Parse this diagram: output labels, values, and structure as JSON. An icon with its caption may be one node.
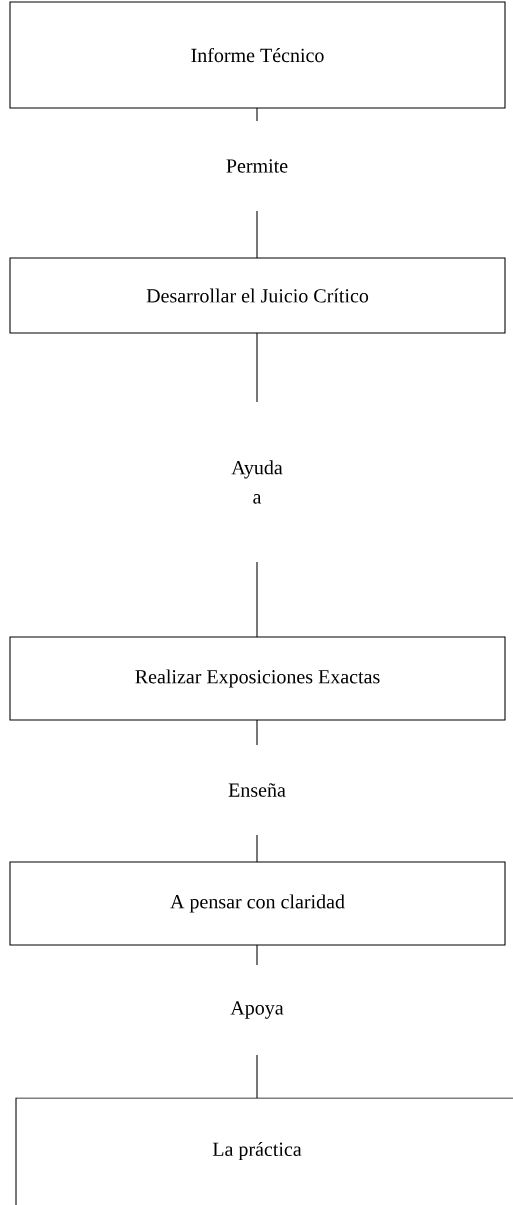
{
  "diagram": {
    "nodes": [
      {
        "text": [
          "Informe Técnico"
        ]
      },
      {
        "text": [
          "Desarrollar el Juicio Crítico"
        ]
      },
      {
        "text": [
          "Realizar Exposiciones Exactas"
        ]
      },
      {
        "text": [
          "A pensar con claridad"
        ]
      },
      {
        "text": [
          "La práctica"
        ]
      }
    ],
    "edges": [
      {
        "from": 0,
        "to": 1,
        "arrow": "none",
        "label": "Permite"
      },
      {
        "from": 1,
        "to": 2,
        "arrow": "none",
        "label": "Ayuda a"
      },
      {
        "from": 2,
        "to": 3,
        "arrow": "none",
        "label": "Enseña"
      },
      {
        "from": 3,
        "to": 4,
        "arrow": "none",
        "label": "Apoya"
      }
    ]
  }
}
